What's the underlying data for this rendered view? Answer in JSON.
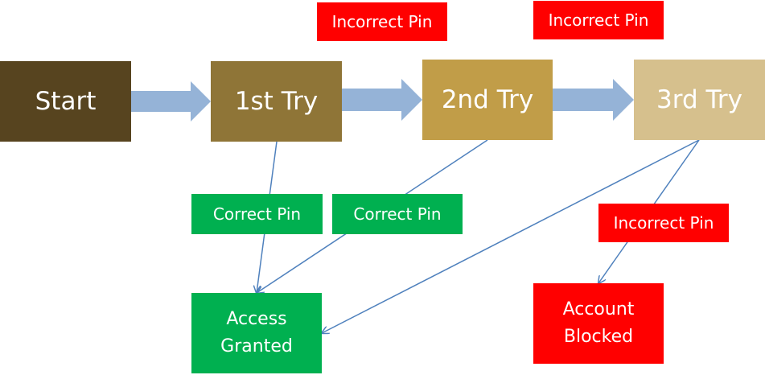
{
  "colors": {
    "start": "#57441f",
    "try1": "#8f7537",
    "try2": "#c19d48",
    "try3": "#d6c08d",
    "red": "#ff0000",
    "green": "#00b050",
    "arrow_fill": "#95b3d7",
    "line": "#4f81bd"
  },
  "nodes": {
    "start": "Start",
    "try1": "1st Try",
    "try2": "2nd Try",
    "try3": "3rd Try",
    "access_granted_line1": "Access",
    "access_granted_line2": "Granted",
    "account_blocked_line1": "Account",
    "account_blocked_line2": "Blocked"
  },
  "labels": {
    "incorrect_pin_1": "Incorrect Pin",
    "incorrect_pin_2": "Incorrect Pin",
    "incorrect_pin_3": "Incorrect Pin",
    "correct_pin_1": "Correct Pin",
    "correct_pin_2": "Correct Pin"
  }
}
